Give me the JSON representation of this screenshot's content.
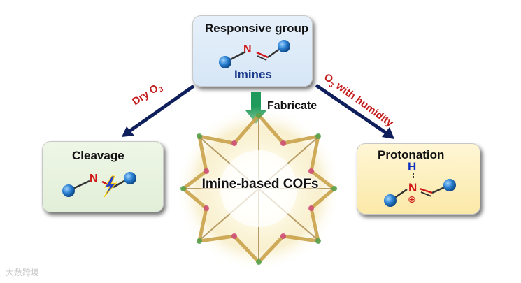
{
  "nodes": {
    "top": {
      "title": "Responsive group",
      "subtitle": "Imines",
      "atom": "N"
    },
    "left": {
      "title": "Cleavage",
      "atom": "N"
    },
    "right": {
      "title": "Protonation",
      "atom": "N",
      "hydrogen": "H",
      "charge": "⊕"
    },
    "center": {
      "label": "Imine-based COFs"
    }
  },
  "edges": {
    "left": {
      "label_main": "Dry O",
      "label_sub": "3"
    },
    "center": {
      "label": "Fabricate"
    },
    "right": {
      "label_main": "O",
      "label_sub": "3",
      "label_rest": " with humidity"
    }
  },
  "watermark": "大数跨境",
  "colors": {
    "atom_ball": "#2a7fd0",
    "nitrogen": "#d01818",
    "hydrogen": "#1030c0",
    "arrow": "#0f1f5c",
    "fabricate_arrow": "#1f9a5a",
    "label_red": "#c41e1e"
  }
}
